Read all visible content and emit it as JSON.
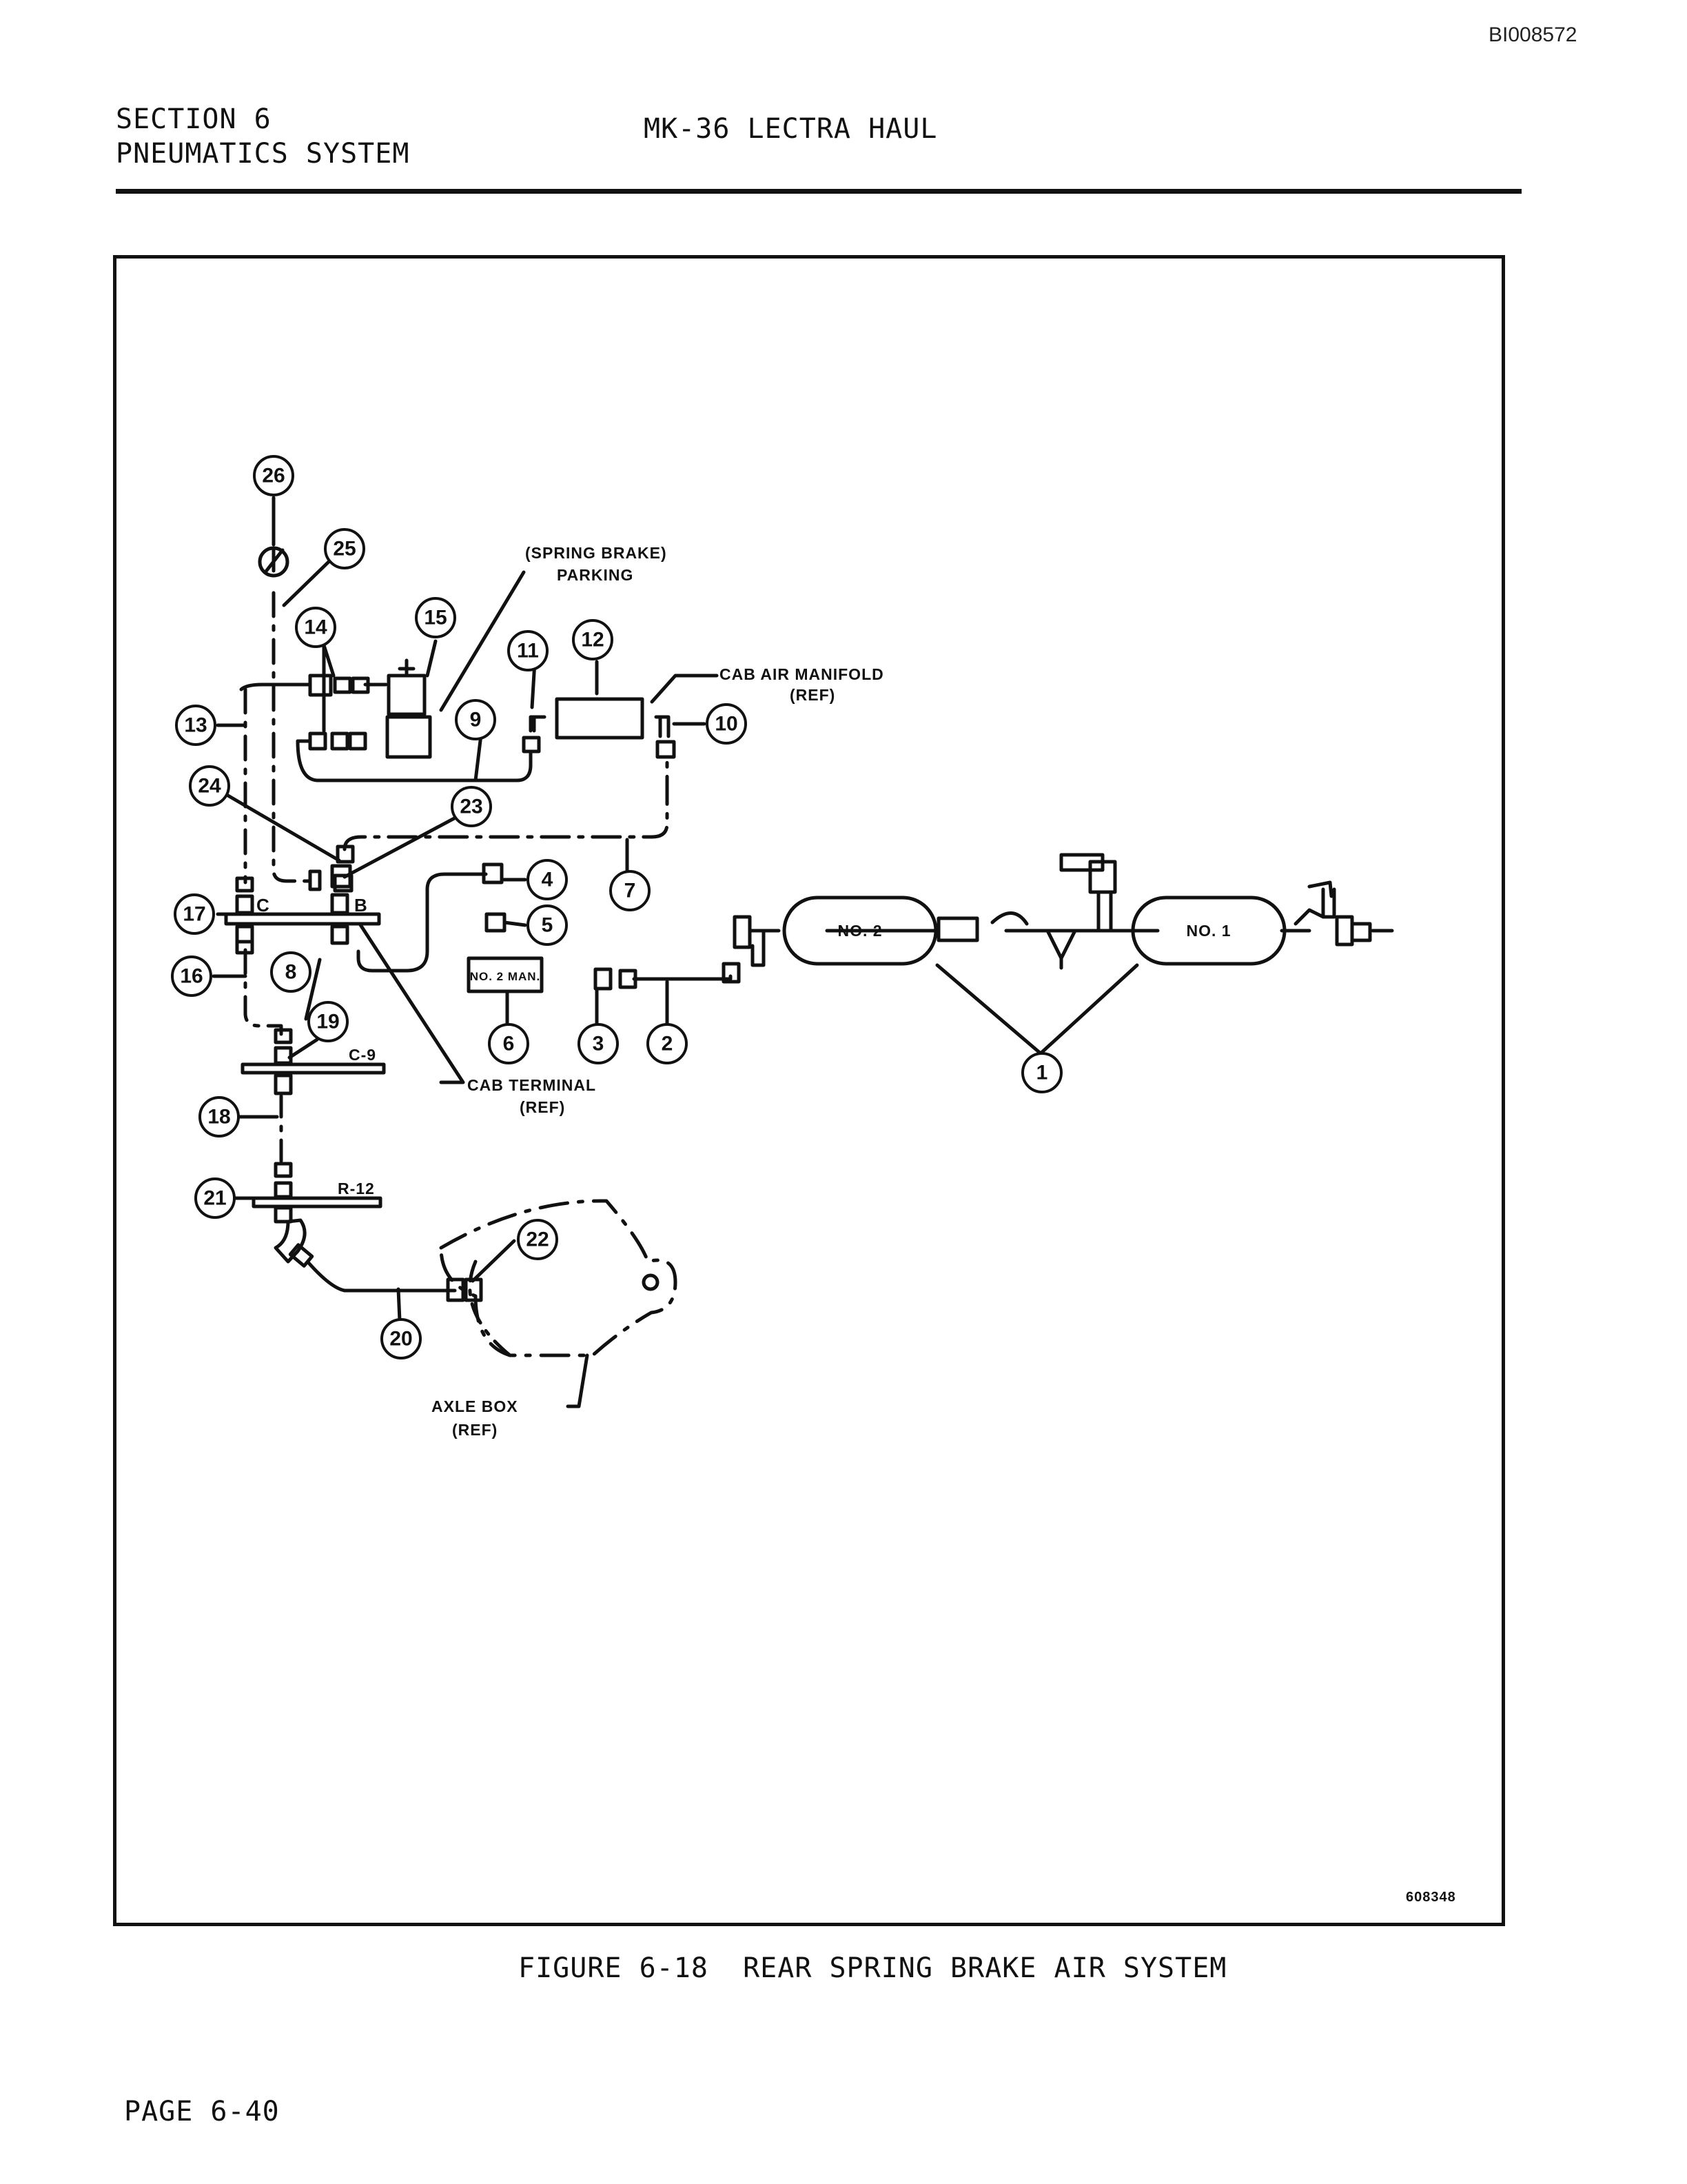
{
  "header": {
    "doc_id": "BI008572",
    "section_line1": "SECTION 6",
    "section_line2": "PNEUMATICS SYSTEM",
    "manual_title": "MK-36 LECTRA HAUL"
  },
  "figure": {
    "caption": "FIGURE 6-18  REAR SPRING BRAKE AIR SYSTEM",
    "drawing_number": "608348"
  },
  "labels": {
    "spring_brake_parking_l1": "(SPRING BRAKE)",
    "spring_brake_parking_l2": "PARKING",
    "cab_air_manifold_l1": "CAB AIR MANIFOLD",
    "cab_air_manifold_l2": "(REF)",
    "cab_terminal_l1": "CAB TERMINAL",
    "cab_terminal_l2": "(REF)",
    "axle_box_l1": "AXLE BOX",
    "axle_box_l2": "(REF)",
    "tank_no2": "NO. 2",
    "tank_no1": "NO. 1",
    "no2_manifold": "NO. 2 MAN.",
    "terminal_c": "C",
    "terminal_b": "B",
    "terminal_c9": "C-9",
    "terminal_r12": "R-12"
  },
  "callouts": [
    "1",
    "2",
    "3",
    "4",
    "5",
    "6",
    "7",
    "8",
    "9",
    "10",
    "11",
    "12",
    "13",
    "14",
    "15",
    "16",
    "17",
    "18",
    "19",
    "20",
    "21",
    "22",
    "23",
    "24",
    "25",
    "26"
  ],
  "footer": {
    "page": "PAGE 6-40"
  }
}
